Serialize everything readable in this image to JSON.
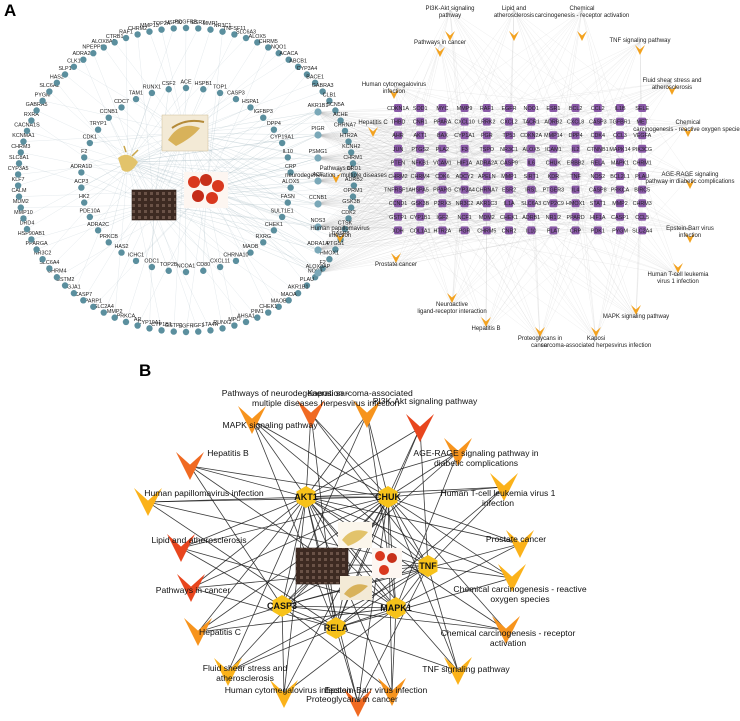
{
  "panelA": {
    "label": "A",
    "outerTargets": [
      "PDGFRB",
      "ESR2",
      "MMP1",
      "NR3C1",
      "TNFSF11",
      "SLC6A3",
      "ALOX5",
      "CHRM5",
      "NQO1",
      "ACACA",
      "ABCB1",
      "CYP3A4",
      "BACE1",
      "GABRA3",
      "CLB1",
      "SCN5A",
      "ACHE",
      "CHRNA7",
      "HTR2A",
      "KCNH2",
      "CHRM1",
      "DRD1",
      "ADRB2",
      "OPRM1",
      "GSK3B",
      "CDK2",
      "CTSK",
      "CASP8",
      "PTGS1",
      "HMOX1",
      "F2",
      "NOS3",
      "PLAU",
      "AKR1B1",
      "MAOA",
      "MAOB",
      "CHEK1",
      "PIM1",
      "AHSA1",
      "MPO",
      "RUNX2",
      "LTA4H",
      "IGF1",
      "EGFR",
      "GSTP1",
      "CYP1B1",
      "CYP19A1",
      "AR",
      "PRKCA",
      "MMP2",
      "SLC2A4",
      "PARP1",
      "CASP7",
      "GJA1",
      "GSTM2",
      "CHRM4",
      "SLC6A4",
      "NR3C2",
      "PPARGA",
      "HSP90AB1",
      "DRD4",
      "MMP10",
      "MDM2",
      "CALM",
      "KLF7",
      "CYP3A5",
      "SLC8A1",
      "CHRM3",
      "KCNMA1",
      "CACNA1S",
      "RXRA",
      "GABRA5",
      "PYGM",
      "SLC6A2",
      "HAS2",
      "SLP1",
      "CLK1",
      "ADRA2B",
      "NPEPPS",
      "ALOX8AP",
      "CTRB1",
      "RAF1",
      "CHRM2",
      "MMP13",
      "TOP2A",
      "HSP90"
    ],
    "innerTargets": [
      "ACE",
      "HSPB1",
      "TOP1",
      "CASP3",
      "HSPA1",
      "IGFBP3",
      "DPP4",
      "CYP19A1",
      "IL10",
      "CRP",
      "ALOX5",
      "FASN",
      "SULT1E1",
      "CHEK1",
      "RXRG",
      "MAOB",
      "CHRNA10",
      "CXCL11",
      "CD80",
      "NCOA1",
      "TOP2B",
      "ODC1",
      "ICHC1",
      "HAS2",
      "PRKCB",
      "ADRA2C",
      "PDE10A",
      "HK2",
      "ACP3",
      "ADRA1D",
      "F2",
      "CDK1",
      "TRYP1",
      "CCNB1",
      "CDC7",
      "TAM1",
      "RUNX1",
      "CSF2"
    ],
    "ingredientHubs": [
      "AKR1B1",
      "PIGR",
      "PSMG1",
      "ACE",
      "CCNB1",
      "NOS3",
      "ADRA1A",
      "ALOX8AP"
    ],
    "targetGrid": [
      "CDKN1A",
      "SOD1",
      "MYC",
      "MMP9",
      "RAF1",
      "EGFR",
      "NOO1",
      "ESR1",
      "BCL2",
      "CCL2",
      "IL1B",
      "SELE",
      "THBD",
      "CNR1",
      "PPARA",
      "CXCL10",
      "LRRK2",
      "CXCL2",
      "TACR1",
      "ADRB2",
      "CXCL8",
      "CASP3",
      "TGFBR1",
      "MET",
      "AHR",
      "AKT1",
      "BAX",
      "CYP1A1",
      "PGR",
      "TP53",
      "CDKN2A",
      "MMP14",
      "DPP4",
      "CDK4",
      "CCL3",
      "VEGFA",
      "JUN",
      "PTGS2",
      "PLA2",
      "F3",
      "TSPO",
      "NR3C1",
      "ALOX5",
      "ICAM1",
      "IL2",
      "CTNNB1",
      "MAPK14",
      "PIK3CG",
      "PTEN",
      "NFKB1",
      "VCAM1",
      "HIF1A",
      "ADRA2A",
      "CASP9",
      "IL6",
      "CHUK",
      "ERBB2",
      "RELA",
      "MAPK1",
      "CHRM1",
      "CHRM2",
      "CHRM4",
      "CDK6",
      "ADCY2",
      "APELN",
      "MMP1",
      "SIRT1",
      "KDR",
      "TNF",
      "NOS2",
      "BCL2L1",
      "PLAU",
      "TNFRSF1A",
      "HSPA5",
      "PPARG",
      "CYP3A4",
      "CHRNA7",
      "ESR2",
      "IRS1",
      "PTGER3",
      "IL4",
      "CASP8",
      "PRKCA",
      "BIRC5",
      "CCND1",
      "GSK3B",
      "P2RX3",
      "NR3C2",
      "AKR1C3",
      "IL1A",
      "SLC6A3",
      "CYP2C9",
      "HMOX1",
      "STAT1",
      "MMP2",
      "CHRM3",
      "GSTP1",
      "CYP1B1",
      "IGF2",
      "NCF1",
      "MDM2",
      "CHEK1",
      "ADRB1",
      "NR1I2",
      "PPARD",
      "HIF1A",
      "CASP1",
      "CCL5",
      "XDH",
      "COL1A1",
      "HTR2A",
      "PGR",
      "CHRM5",
      "CNR2",
      "IL10",
      "PLAT",
      "CRP",
      "PDK1",
      "PYGM",
      "SLC2A4"
    ],
    "pathways": [
      "PI3K-Akt signaling pathway",
      "Lipid and atherosclerosis",
      "Chemical carcinogenesis - receptor activation",
      "Pathways in cancer",
      "TNF signaling pathway",
      "Human cytomegalovirus infection",
      "Fluid shear stress and atherosclerosis",
      "Hepatitis C",
      "Chemical carcinogenesis - reactive oxygen species",
      "Pathways of neurodegeneration - multiple diseases",
      "AGE-RAGE signaling pathway in diabetic complications",
      "Human papillomavirus infection",
      "Epstein-Barr virus infection",
      "Prostate cancer",
      "Human T-cell leukemia virus 1 infection",
      "Neuroactive ligand-receptor interaction",
      "MAPK signaling pathway",
      "Hepatitis B",
      "Proteoglycans in cancer",
      "Kaposi sarcoma-associated herpesvirus infection"
    ]
  },
  "panelB": {
    "label": "B",
    "hubs": [
      "AKT1",
      "CHUK",
      "TNF",
      "MAPK1",
      "RELA",
      "CASP3"
    ],
    "pathways": [
      "Pathways of neurodegeneration - multiple diseases",
      "Kaposi sarcoma-associated herpesvirus infection",
      "PI3K-Akt signaling pathway",
      "AGE-RAGE signaling pathway in diabetic complications",
      "Human T-cell leukemia virus 1 infection",
      "Prostate cancer",
      "Chemical carcinogenesis - reactive oxygen species",
      "Chemical carcinogenesis - receptor activation",
      "TNF signaling pathway",
      "Epstein-Barr virus infection",
      "Proteoglycans in cancer",
      "Human cytomegalovirus infection",
      "Fluid shear stress and atherosclerosis",
      "Hepatitis C",
      "Pathways in cancer",
      "Lipid and atherosclerosis",
      "Human papillomavirus infection",
      "Hepatitis B",
      "MAPK signaling pathway"
    ]
  },
  "colors": {
    "target": "#5b8f9e",
    "targetGrid": "#8a5aa8",
    "pathwayA": "#f3a21f",
    "hubA": "#7aa8b8",
    "hubB": "#f7c21a",
    "pathwayB": [
      "#e8461e",
      "#f06a22",
      "#f7941d",
      "#fbb21a"
    ]
  }
}
